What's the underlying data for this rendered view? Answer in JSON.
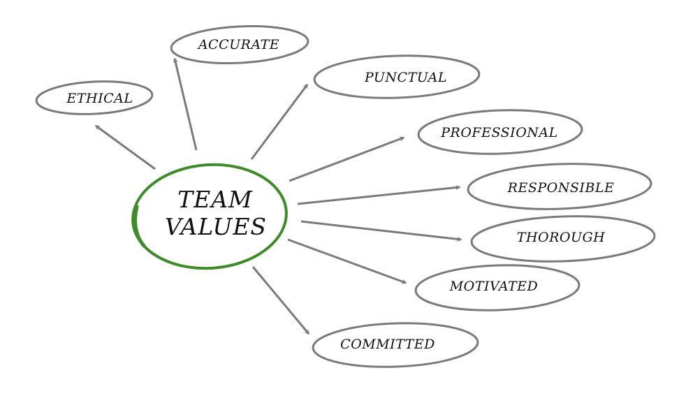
{
  "diagram": {
    "center": {
      "line1": "TEAM",
      "line2": "VALUES",
      "ring_color": "#3f8a2a"
    },
    "arrow_color": "#7a7a7a",
    "oval_color": "#7a7a7a",
    "values": [
      {
        "id": "ethical",
        "label": "ETHICAL"
      },
      {
        "id": "accurate",
        "label": "ACCURATE"
      },
      {
        "id": "punctual",
        "label": "PUNCTUAL"
      },
      {
        "id": "professional",
        "label": "PROFESSIONAL"
      },
      {
        "id": "responsible",
        "label": "RESPONSIBLE"
      },
      {
        "id": "thorough",
        "label": "THOROUGH"
      },
      {
        "id": "motivated",
        "label": "MOTIVATED"
      },
      {
        "id": "committed",
        "label": "COMMITTED"
      }
    ]
  }
}
